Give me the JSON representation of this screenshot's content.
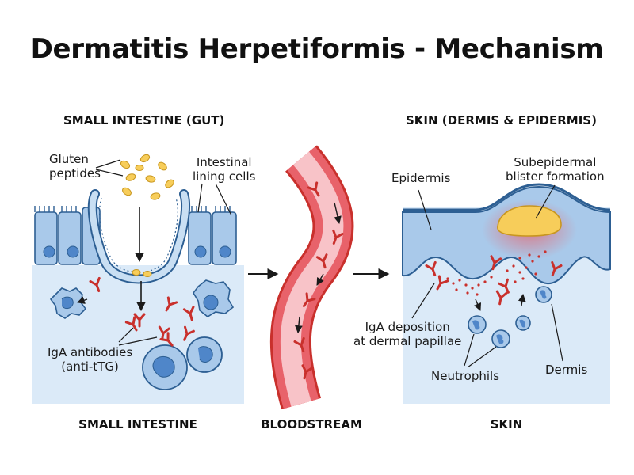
{
  "title": "Dermatitis Herpetiformis - Mechanism",
  "sections": {
    "gut_heading": "SMALL INTESTINE (GUT)",
    "skin_heading": "SKIN (DERMIS & EPIDERMIS)"
  },
  "footer": {
    "gut": "SMALL INTESTINE",
    "blood": "BLOODSTREAM",
    "skin": "SKIN"
  },
  "labels": {
    "gluten_line1": "Gluten",
    "gluten_line2": "peptides",
    "lining_line1": "Intestinal",
    "lining_line2": "lining cells",
    "iga_line1": "IgA antibodies",
    "iga_line2": "(anti-tTG)",
    "epidermis": "Epidermis",
    "blister_line1": "Subepidermal",
    "blister_line2": "blister formation",
    "deposition_line1": "IgA deposition",
    "deposition_line2": "at dermal papillae",
    "neutrophils": "Neutrophils",
    "dermis": "Dermis"
  },
  "colors": {
    "tissue_blue": "#dbeaf8",
    "cell_blue": "#a9c9ea",
    "nucleus_blue": "#4f86c9",
    "outline": "#2d5f93",
    "gluten_yellow": "#f7cd5a",
    "antibody_red": "#c9302c",
    "vessel_red": "#e8626a",
    "vessel_pink": "#f8c3c8"
  }
}
